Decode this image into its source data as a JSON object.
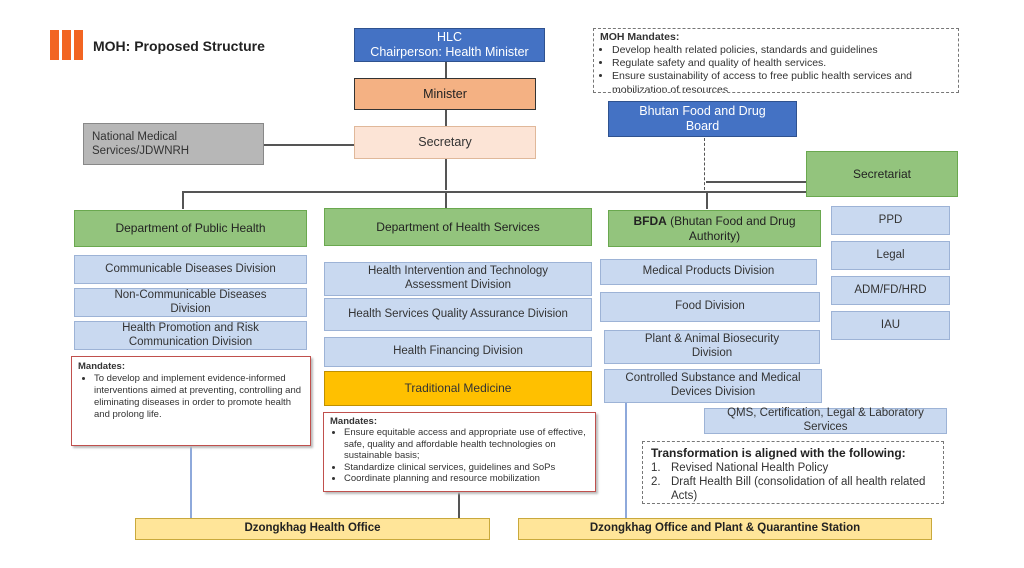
{
  "title": "MOH: Proposed Structure",
  "hlc": {
    "line1": "HLC",
    "line2": "Chairperson: Health Minister"
  },
  "minister": "Minister",
  "secretary": "Secretary",
  "nms": "National Medical Services/JDWNRH",
  "bfdb": "Bhutan Food and Drug Board",
  "secretariat": "Secretariat",
  "moh_mandates": {
    "title": "MOH Mandates:",
    "items": [
      "Develop health related policies, standards and guidelines",
      "Regulate safety and quality of health services.",
      "Ensure sustainability of access to free public health services and mobilization of resources"
    ]
  },
  "dph": {
    "title": "Department of Public Health",
    "divisions": [
      "Communicable Diseases Division",
      "Non-Communicable Diseases Division",
      "Health Promotion and Risk Communication Division"
    ],
    "mandates_title": "Mandates:",
    "mandates": [
      "To develop and implement evidence-informed interventions aimed at preventing, controlling and eliminating diseases in order to promote health and prolong life."
    ]
  },
  "dhs": {
    "title": "Department of  Health Services",
    "divisions": [
      "Health Intervention and Technology Assessment Division",
      "Health Services Quality Assurance Division",
      "Health Financing Division"
    ],
    "traditional": "Traditional Medicine",
    "mandates_title": "Mandates:",
    "mandates": [
      "Ensure equitable access and appropriate use of effective, safe, quality and affordable health technologies on sustainable basis;",
      "Standardize clinical services, guidelines and SoPs",
      "Coordinate planning and resource mobilization"
    ]
  },
  "bfda": {
    "abbr": "BFDA",
    "name": " (Bhutan Food and Drug Authority)",
    "divisions": [
      "Medical Products Division",
      "Food Division",
      "Plant & Animal Biosecurity Division",
      "Controlled Substance and Medical Devices Division",
      "QMS, Certification, Legal & Laboratory Services"
    ]
  },
  "units": [
    "PPD",
    "Legal",
    "ADM/FD/HRD",
    "IAU"
  ],
  "transformation": {
    "title": "Transformation is aligned with the following:",
    "items": [
      "Revised National Health Policy",
      "Draft Health Bill (consolidation of all health related Acts)"
    ]
  },
  "dzongkhag_health": "Dzongkhag Health Office",
  "dzongkhag_plant": "Dzongkhag Office and Plant & Quarantine Station",
  "colors": {
    "accent_orange": "#f26522",
    "hlc_blue": "#4472c4",
    "minister_orange": "#f4b183",
    "secretary_peach": "#fce4d6",
    "gray": "#b7b7b7",
    "green": "#93c47d",
    "light_blue": "#c9d9f0",
    "gold": "#ffc000",
    "yellow": "#ffe599"
  }
}
